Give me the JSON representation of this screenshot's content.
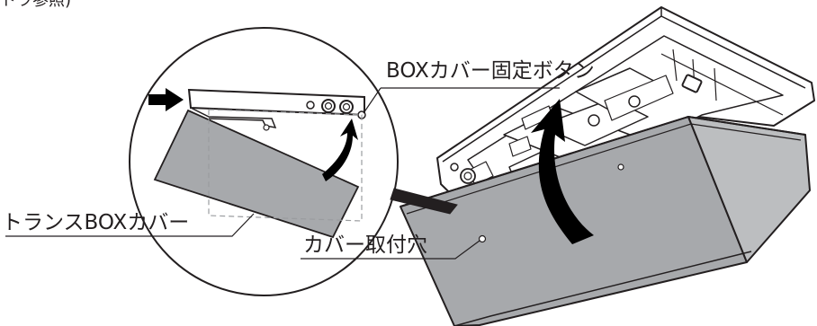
{
  "labels": {
    "top_note": "トラ参照)",
    "button_label": "BOXカバー固定ボタン",
    "cover_label": "トランスBOXカバー",
    "hole_label": "カバー取付穴"
  },
  "colors": {
    "line": "#231f20",
    "cover_fill": "#a7a9ac",
    "cover_shade": "#8f9194",
    "cover_light": "#bcbec0",
    "arrow": "#000000"
  }
}
